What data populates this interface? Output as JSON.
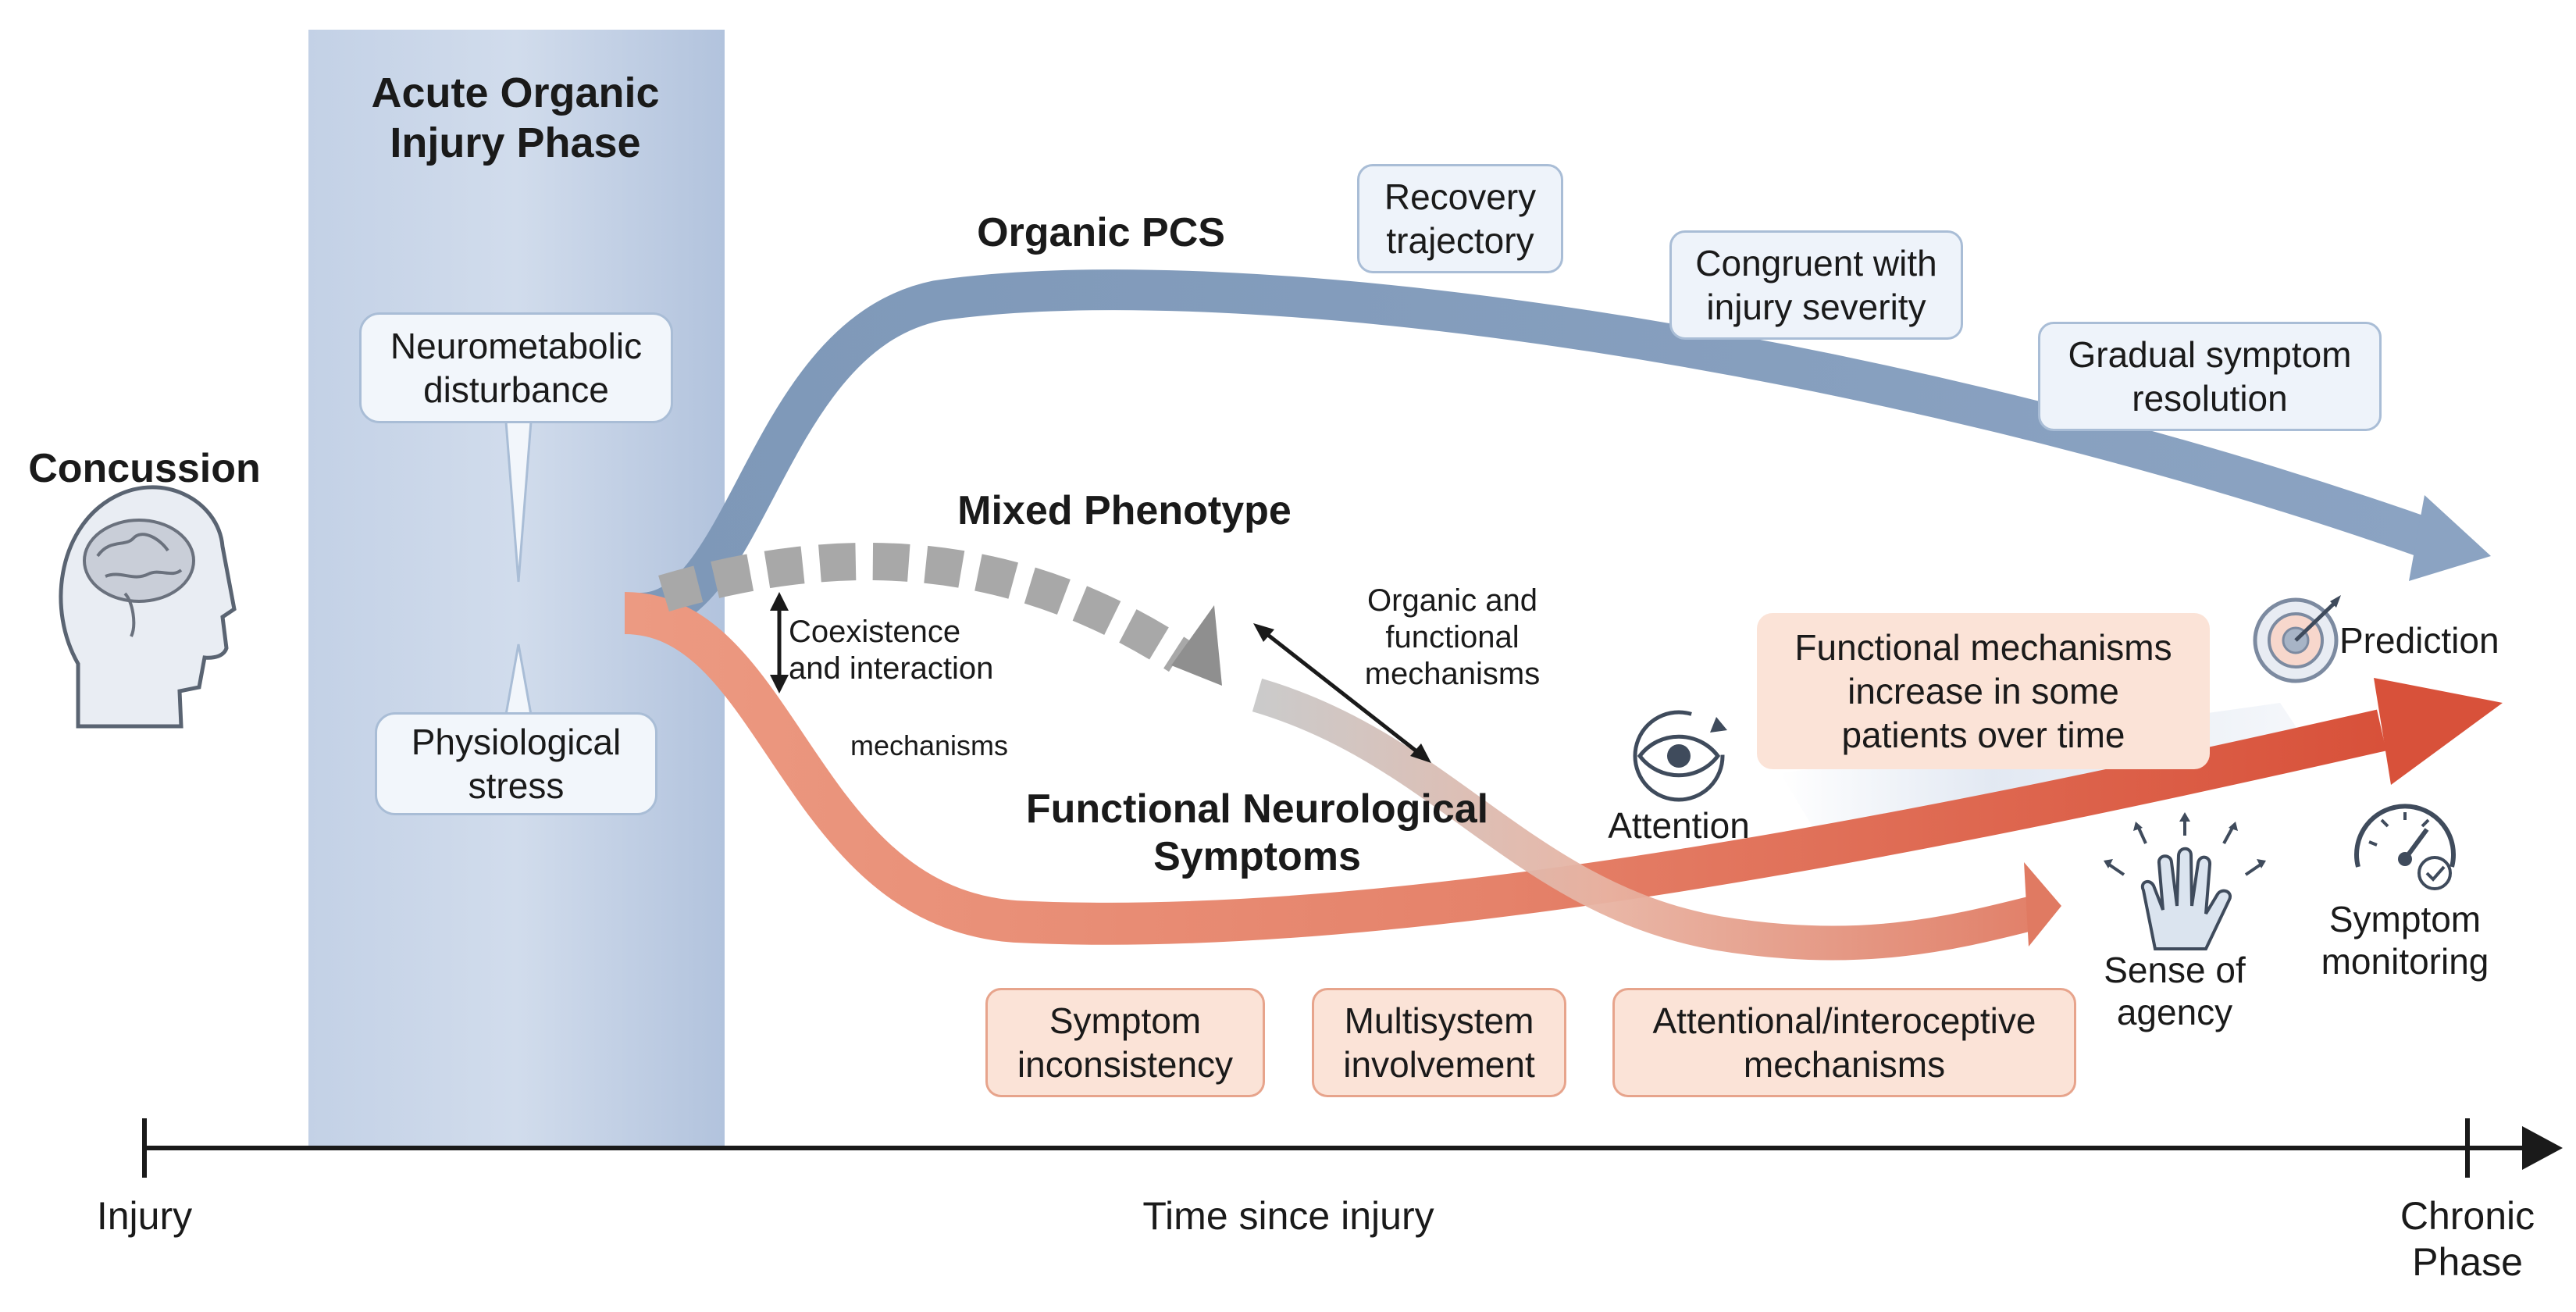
{
  "acute_phase": {
    "title_line1": "Acute Organic",
    "title_line2": "Injury Phase"
  },
  "concussion": {
    "label": "Concussion"
  },
  "bubbles": {
    "neurometabolic": {
      "line1": "Neurometabolic",
      "line2": "disturbance"
    },
    "physiological": {
      "line1": "Physiological",
      "line2": "stress"
    }
  },
  "pathways": {
    "organic": {
      "title": "Organic PCS",
      "labels": [
        {
          "line1": "Recovery",
          "line2": "trajectory"
        },
        {
          "line1": "Congruent with",
          "line2": "injury severity"
        },
        {
          "line1": "Gradual symptom",
          "line2": "resolution"
        }
      ]
    },
    "mixed": {
      "title": "Mixed Phenotype",
      "coexistence": {
        "line1": "Coexistence",
        "line2": "and interaction",
        "line3": "mechanisms"
      },
      "organic_functional": {
        "line1": "Organic and",
        "line2": "functional",
        "line3": "mechanisms"
      }
    },
    "functional": {
      "title_line1": "Functional Neurological",
      "title_line2": "Symptoms",
      "labels": [
        {
          "line1": "Symptom",
          "line2": "inconsistency"
        },
        {
          "line1": "Multisystem",
          "line2": "involvement"
        },
        {
          "line1": "Attentional/interoceptive",
          "line2": "mechanisms"
        }
      ],
      "increase_note": {
        "line1": "Functional mechanisms",
        "line2": "increase in some",
        "line3": "patients over time"
      }
    }
  },
  "icons": {
    "attention": {
      "label": "Attention",
      "icon": "eye-icon"
    },
    "agency": {
      "label_line1": "Sense of",
      "label_line2": "agency",
      "icon": "hand-icon"
    },
    "prediction": {
      "label": "Prediction",
      "icon": "target-icon"
    },
    "monitoring": {
      "label_line1": "Symptom",
      "label_line2": "monitoring",
      "icon": "gauge-icon"
    }
  },
  "timeline": {
    "start": "Injury",
    "axis_label": "Time since injury",
    "end_line1": "Chronic",
    "end_line2": "Phase"
  },
  "colors": {
    "organic": "#7e98b8",
    "functional": "#de5d44",
    "mixed": "#9a9a9a",
    "phase_band": "#bccbe2"
  }
}
